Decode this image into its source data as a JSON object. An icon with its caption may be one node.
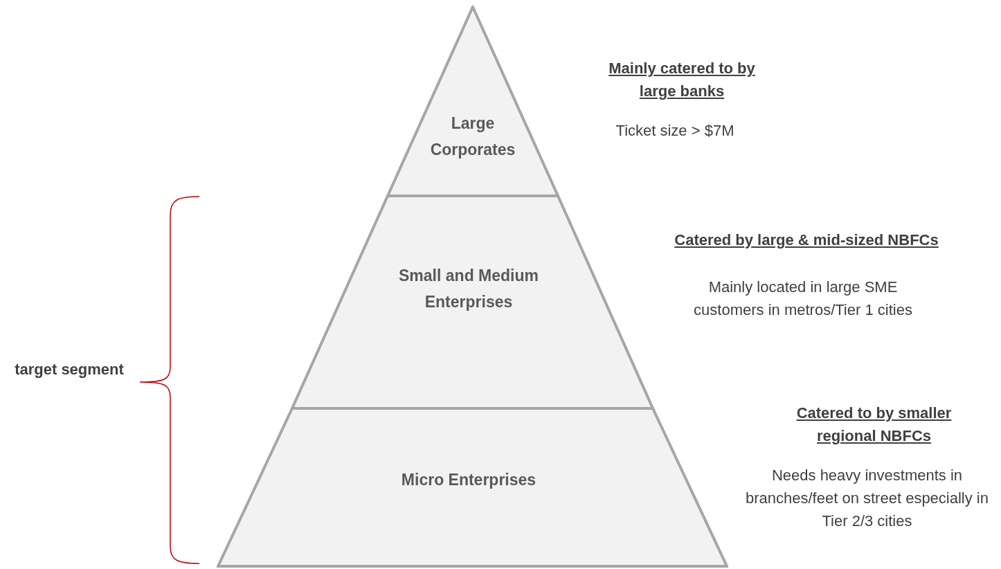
{
  "diagram": {
    "nodes": [
      {
        "text": [
          "Large Corporates"
        ],
        "beside": [
          "Mainly catered to by large banks",
          "Ticket size > $7M"
        ]
      },
      {
        "text": [
          "Small and Medium Enterprises"
        ],
        "beside": [
          "Catered by large & mid-sized NBFCs",
          "Mainly located in large SME customers in metros/Tier 1 cities"
        ]
      },
      {
        "text": [
          "Micro Enterprises"
        ],
        "beside": [
          "Catered to by smaller regional NBFCs",
          "Needs heavy investments in branches/feet on street especially in Tier 2/3 cities"
        ]
      }
    ],
    "labels": [
      "target segment"
    ]
  }
}
